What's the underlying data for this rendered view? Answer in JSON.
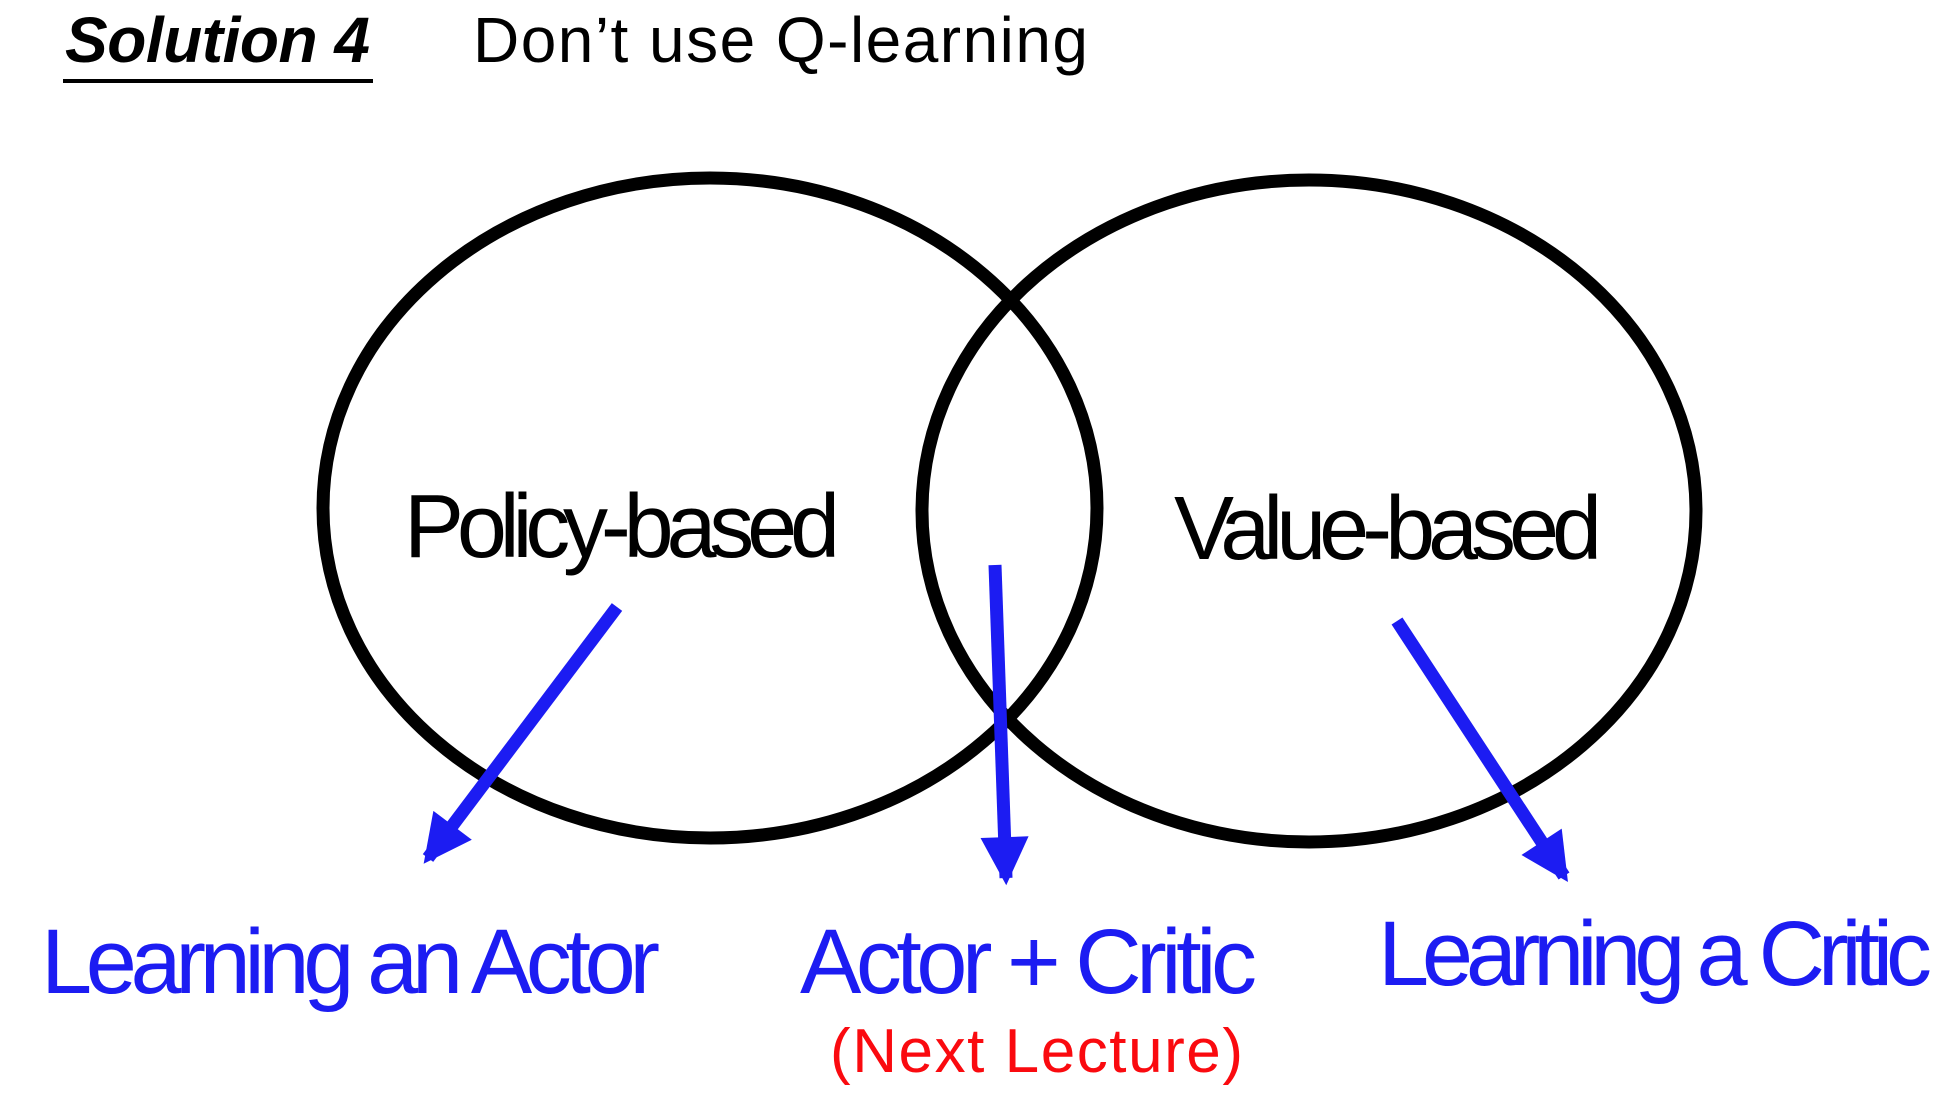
{
  "slide": {
    "title": "Solution 4",
    "subtitle": "Don’t use Q-learning"
  },
  "venn": {
    "left_set_label": "Policy-based",
    "right_set_label": "Value-based"
  },
  "annotations": {
    "left_arrow_label": "Learning an Actor",
    "middle_arrow_label": "Actor + Critic",
    "middle_arrow_note": "(Next Lecture)",
    "right_arrow_label": "Learning a Critic"
  },
  "colors": {
    "outline_black": "#000000",
    "arrow_blue": "#1c1cf2",
    "label_blue": "#1c1cf2",
    "note_red": "#fa0a0f"
  }
}
